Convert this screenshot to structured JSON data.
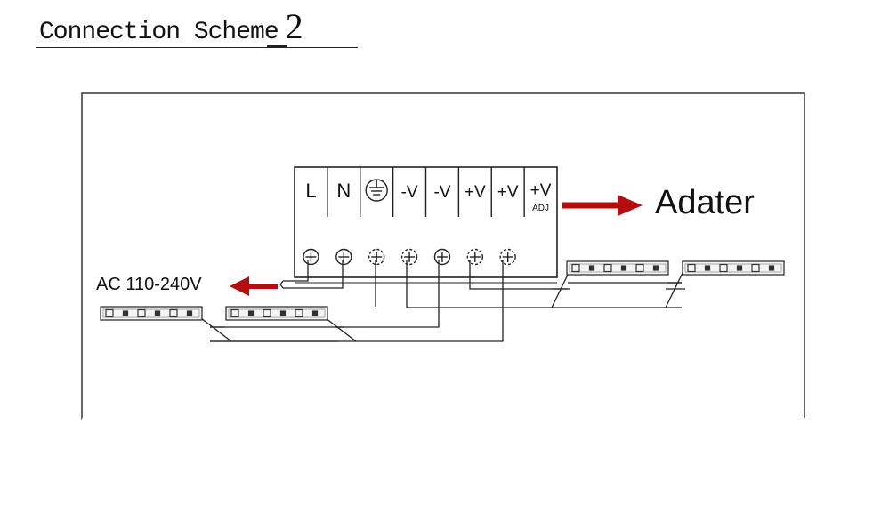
{
  "header": {
    "title": "Connection Scheme",
    "scheme_number": "2"
  },
  "power_supply": {
    "terminals": [
      {
        "label": "L",
        "sub": ""
      },
      {
        "label": "N",
        "sub": ""
      },
      {
        "label": "",
        "sub": "",
        "symbol": "ground"
      },
      {
        "label": "-V",
        "sub": ""
      },
      {
        "label": "-V",
        "sub": ""
      },
      {
        "label": "+V",
        "sub": ""
      },
      {
        "label": "+V",
        "sub": ""
      },
      {
        "label": "+V",
        "sub": "ADJ"
      }
    ]
  },
  "labels": {
    "adapter": "Adater",
    "ac_input": "AC 110-240V"
  },
  "colors": {
    "arrow": "#b30d0d",
    "line": "#222222",
    "strip_fill": "#f4f4f4",
    "led_chip": "#333333"
  }
}
